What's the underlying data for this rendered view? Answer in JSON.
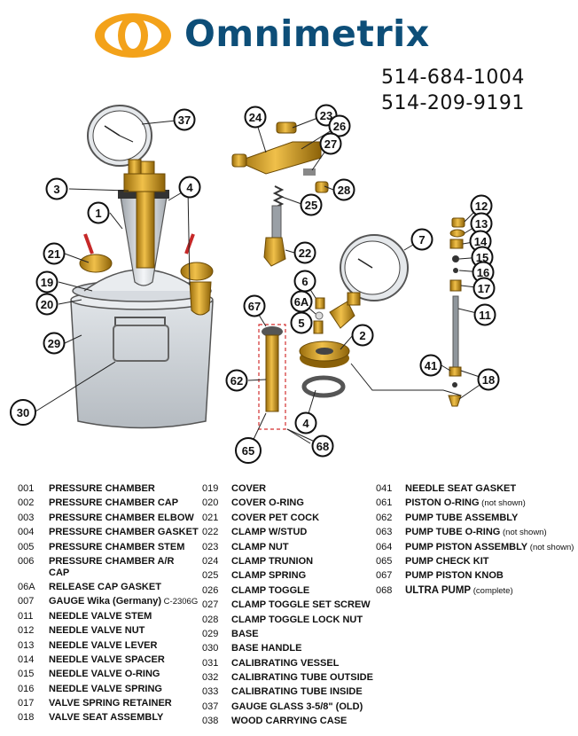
{
  "brand": {
    "name": "Omnimetrix"
  },
  "contact": {
    "phone1": "514-684-1004",
    "phone2": "514-209-9191"
  },
  "callouts": [
    "37",
    "3",
    "4",
    "1",
    "21",
    "19",
    "20",
    "29",
    "30",
    "24",
    "23",
    "26",
    "27",
    "28",
    "25",
    "22",
    "6",
    "6A",
    "5",
    "67",
    "2",
    "62",
    "4",
    "68",
    "65",
    "7",
    "12",
    "13",
    "14",
    "15",
    "16",
    "17",
    "11",
    "41",
    "18"
  ],
  "parts": {
    "col1": [
      {
        "num": "001",
        "name": "PRESSURE CHAMBER"
      },
      {
        "num": "002",
        "name": "PRESSURE CHAMBER CAP"
      },
      {
        "num": "003",
        "name": "PRESSURE CHAMBER ELBOW"
      },
      {
        "num": "004",
        "name": "PRESSURE CHAMBER GASKET"
      },
      {
        "num": "005",
        "name": "PRESSURE CHAMBER STEM"
      },
      {
        "num": "006",
        "name": "PRESSURE CHAMBER A/R",
        "name2": "CAP"
      },
      {
        "num": "06A",
        "name": "RELEASE CAP GASKET"
      },
      {
        "num": "007",
        "name": "GAUGE Wika (Germany)",
        "note": "C-2306G"
      },
      {
        "num": "011",
        "name": "NEEDLE VALVE STEM"
      },
      {
        "num": "012",
        "name": "NEEDLE VALVE NUT"
      },
      {
        "num": "013",
        "name": "NEEDLE VALVE LEVER"
      },
      {
        "num": "014",
        "name": "NEEDLE VALVE SPACER"
      },
      {
        "num": "015",
        "name": "NEEDLE VALVE O-RING"
      },
      {
        "num": "016",
        "name": "NEEDLE VALVE SPRING"
      },
      {
        "num": "017",
        "name": "VALVE SPRING RETAINER"
      },
      {
        "num": "018",
        "name": "VALVE SEAT ASSEMBLY"
      }
    ],
    "col2": [
      {
        "num": "019",
        "name": "COVER"
      },
      {
        "num": "020",
        "name": "COVER O-RING"
      },
      {
        "num": "021",
        "name": "COVER PET COCK"
      },
      {
        "num": "022",
        "name": "CLAMP W/STUD"
      },
      {
        "num": "023",
        "name": "CLAMP NUT"
      },
      {
        "num": "024",
        "name": "CLAMP TRUNION"
      },
      {
        "num": "025",
        "name": "CLAMP SPRING"
      },
      {
        "num": "026",
        "name": "CLAMP TOGGLE"
      },
      {
        "num": "027",
        "name": "CLAMP TOGGLE SET SCREW"
      },
      {
        "num": "028",
        "name": "CLAMP TOGGLE LOCK NUT"
      },
      {
        "num": "029",
        "name": "BASE"
      },
      {
        "num": "030",
        "name": "BASE HANDLE"
      },
      {
        "num": "031",
        "name": "CALIBRATING VESSEL"
      },
      {
        "num": "032",
        "name": "CALIBRATING TUBE OUTSIDE"
      },
      {
        "num": "033",
        "name": "CALIBRATING TUBE INSIDE"
      },
      {
        "num": "037",
        "name": "GAUGE GLASS 3-5/8\" (OLD)"
      },
      {
        "num": "038",
        "name": "WOOD CARRYING CASE"
      }
    ],
    "col3": [
      {
        "num": "041",
        "name": "NEEDLE SEAT GASKET"
      },
      {
        "num": "061",
        "name": "PISTON O-RING",
        "note": "(not shown)"
      },
      {
        "num": "062",
        "name": "PUMP TUBE ASSEMBLY"
      },
      {
        "num": "063",
        "name": "PUMP TUBE O-RING",
        "note": "(not shown)"
      },
      {
        "num": "064",
        "name": "PUMP PISTON ASSEMBLY",
        "note": "(not shown)"
      },
      {
        "num": "065",
        "name": "PUMP CHECK KIT"
      },
      {
        "num": "067",
        "name": "PUMP PISTON KNOB"
      },
      {
        "num": "068",
        "name": "ULTRA PUMP",
        "note": "(complete)"
      }
    ]
  }
}
